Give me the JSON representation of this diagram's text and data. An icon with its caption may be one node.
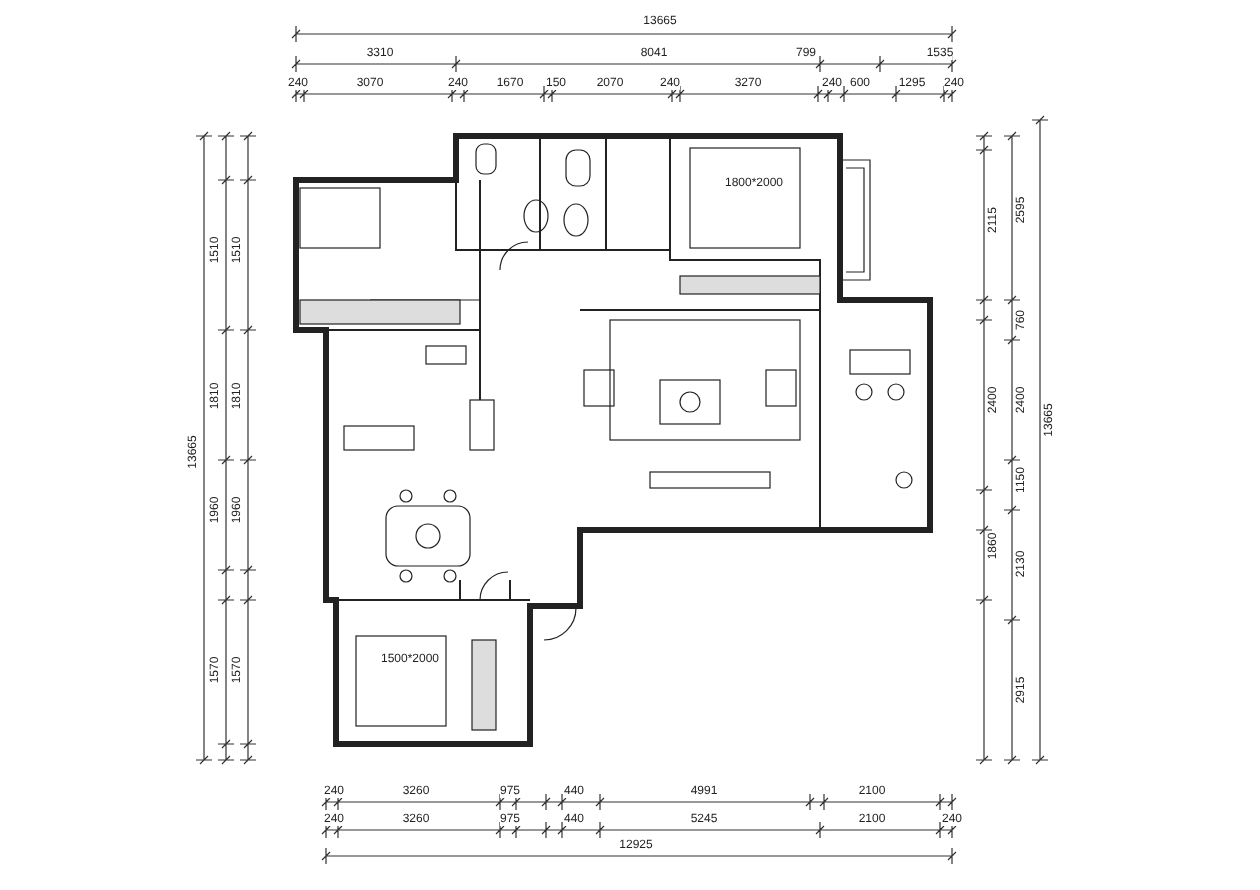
{
  "diagram": {
    "labels": [
      "13665",
      "3310",
      "8041",
      "799",
      "1535",
      "240",
      "3070",
      "240",
      "1670",
      "150",
      "2070",
      "240",
      "3270",
      "240",
      "600",
      "1295",
      "240",
      "1800*2000",
      "1500*2000",
      "240",
      "3260",
      "975",
      "440",
      "4991",
      "2100",
      "240",
      "3260",
      "975",
      "440",
      "5245",
      "2100",
      "240",
      "12925",
      "13665",
      "1510",
      "1810",
      "1960",
      "1570",
      "1510",
      "1810",
      "1960",
      "1570",
      "2115",
      "2400",
      "1860",
      "2595",
      "760",
      "2400",
      "1150",
      "2130",
      "2915",
      "13665"
    ]
  }
}
